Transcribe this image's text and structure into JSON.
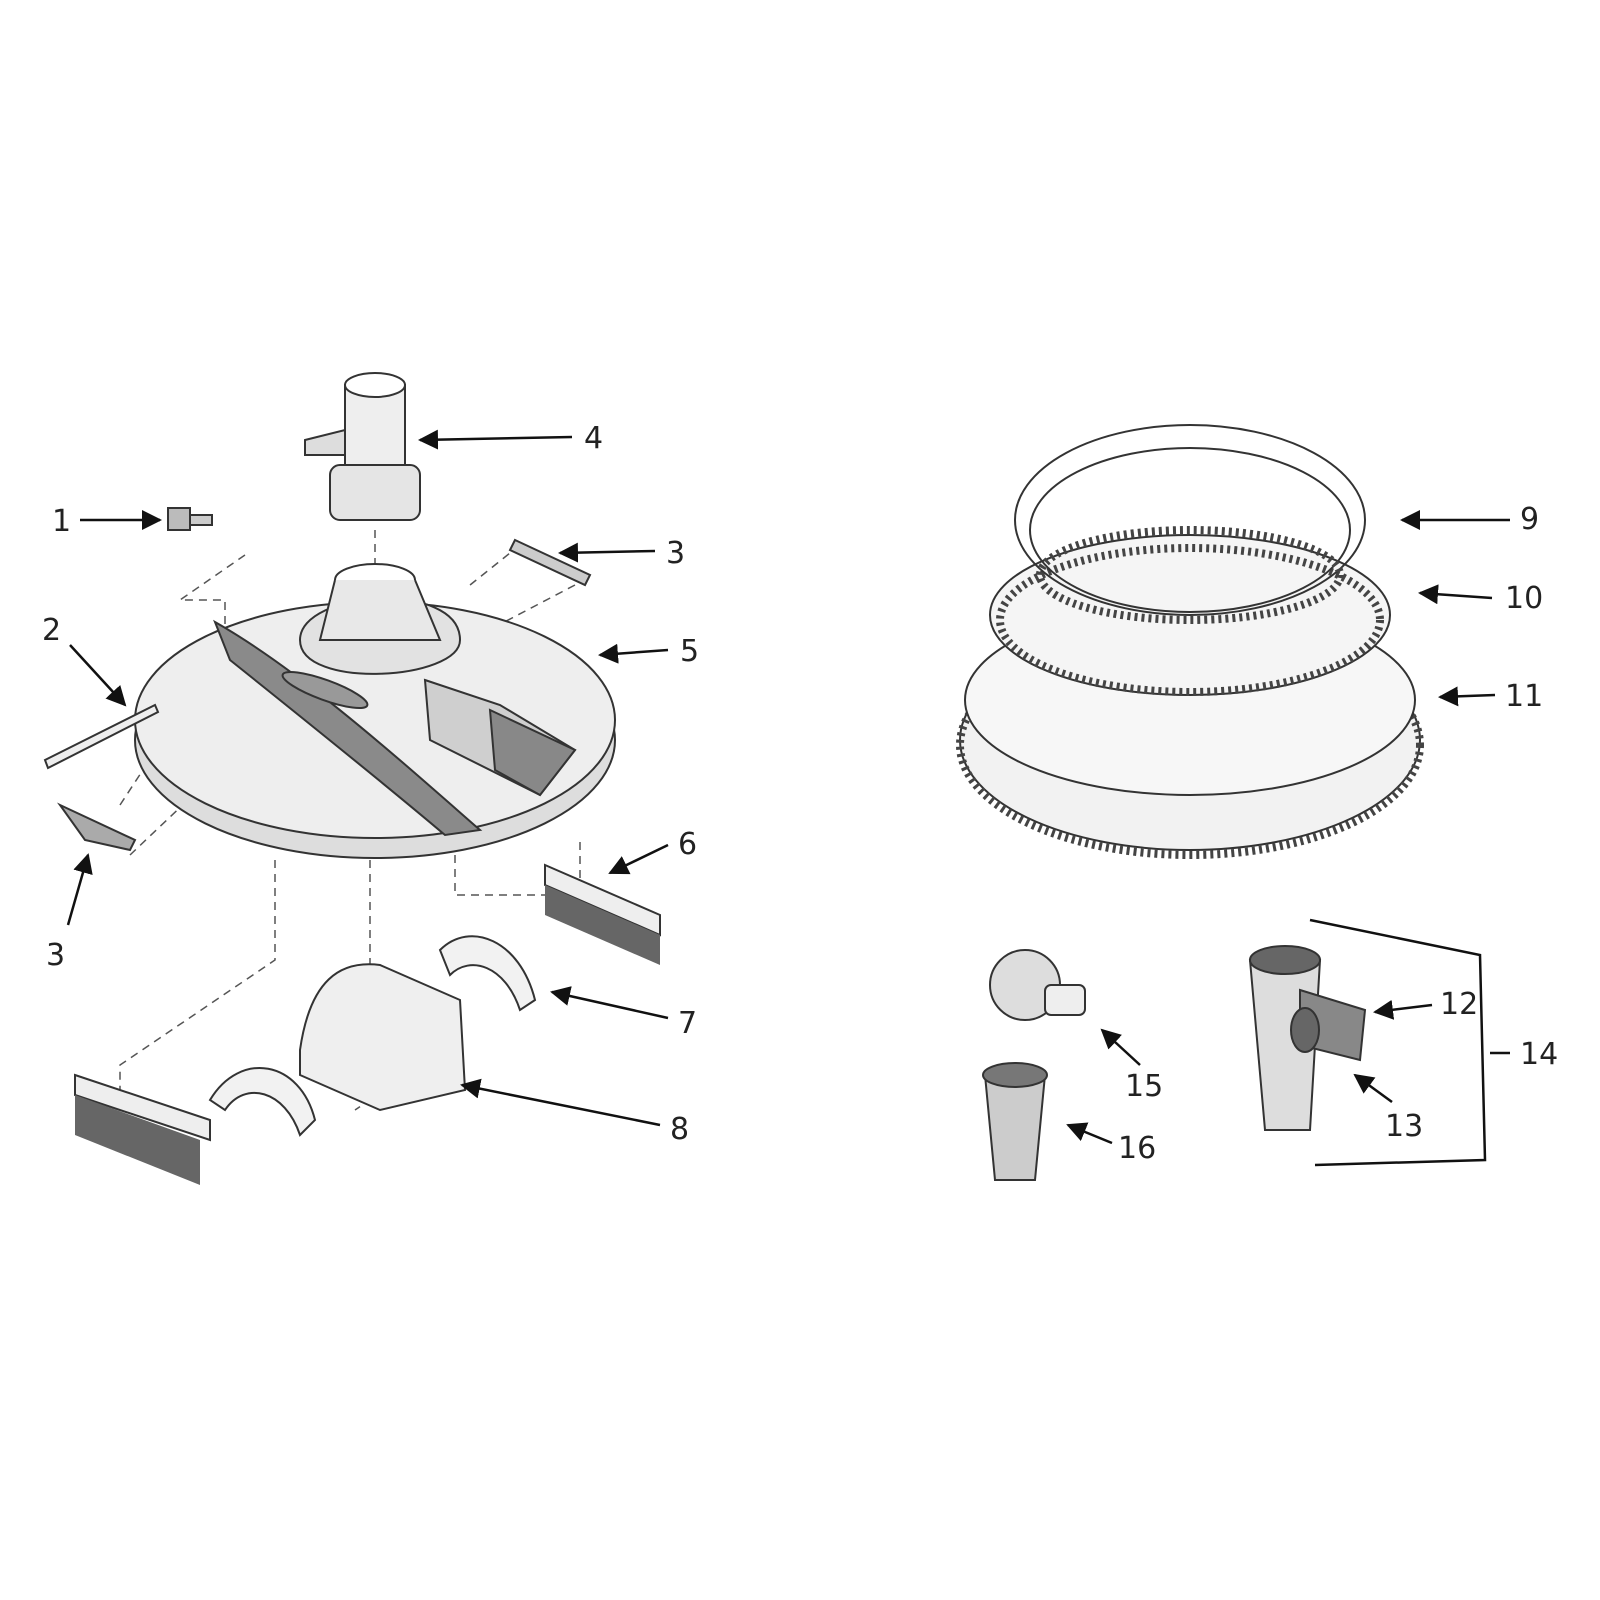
{
  "diagram": {
    "type": "exploded-parts-view",
    "callouts": [
      {
        "id": "1",
        "label": "1"
      },
      {
        "id": "2",
        "label": "2"
      },
      {
        "id": "3a",
        "label": "3"
      },
      {
        "id": "3b",
        "label": "3"
      },
      {
        "id": "4",
        "label": "4"
      },
      {
        "id": "5",
        "label": "5"
      },
      {
        "id": "6",
        "label": "6"
      },
      {
        "id": "7",
        "label": "7"
      },
      {
        "id": "8",
        "label": "8"
      },
      {
        "id": "9",
        "label": "9"
      },
      {
        "id": "10",
        "label": "10"
      },
      {
        "id": "11",
        "label": "11"
      },
      {
        "id": "12",
        "label": "12"
      },
      {
        "id": "13",
        "label": "13"
      },
      {
        "id": "14",
        "label": "14"
      },
      {
        "id": "15",
        "label": "15"
      },
      {
        "id": "16",
        "label": "16"
      }
    ],
    "colors": {
      "line": "#333333",
      "light_fill": "#eeeeee",
      "mid_fill": "#cfcfcf",
      "dark_fill": "#8a8a8a"
    }
  }
}
